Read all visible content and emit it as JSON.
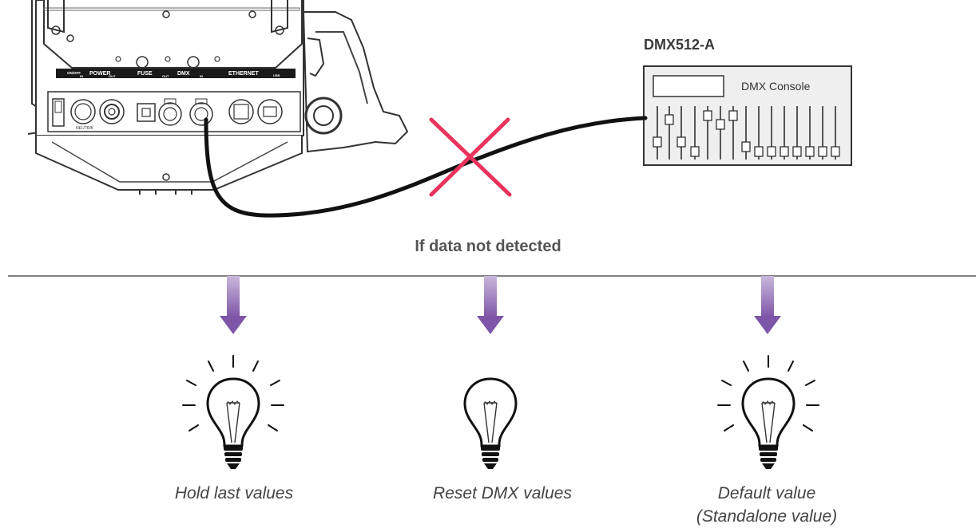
{
  "device": {
    "panel_labels": {
      "on_off": "ON/OFF",
      "in_power": "IN",
      "power": "POWER",
      "out_power": "OUT",
      "fuse": "FUSE",
      "out_dmx": "OUT",
      "dmx": "DMX",
      "in_dmx": "IN",
      "ethernet": "ETHERNET",
      "usb": "USB"
    },
    "connector_brand": "NEUTRIK"
  },
  "console": {
    "title": "DMX512-A",
    "name": "DMX Console"
  },
  "question": "If data not detected",
  "options": [
    {
      "label": "Hold last values",
      "light_state": "on"
    },
    {
      "label": "Reset DMX values",
      "light_state": "off"
    },
    {
      "label_line1": "Default value",
      "label_line2": "(Standalone value)",
      "light_state": "on"
    }
  ],
  "colors": {
    "arrow": "#8a62b0",
    "cross": "#e8335c",
    "cable": "#111111",
    "line": "#333333"
  }
}
